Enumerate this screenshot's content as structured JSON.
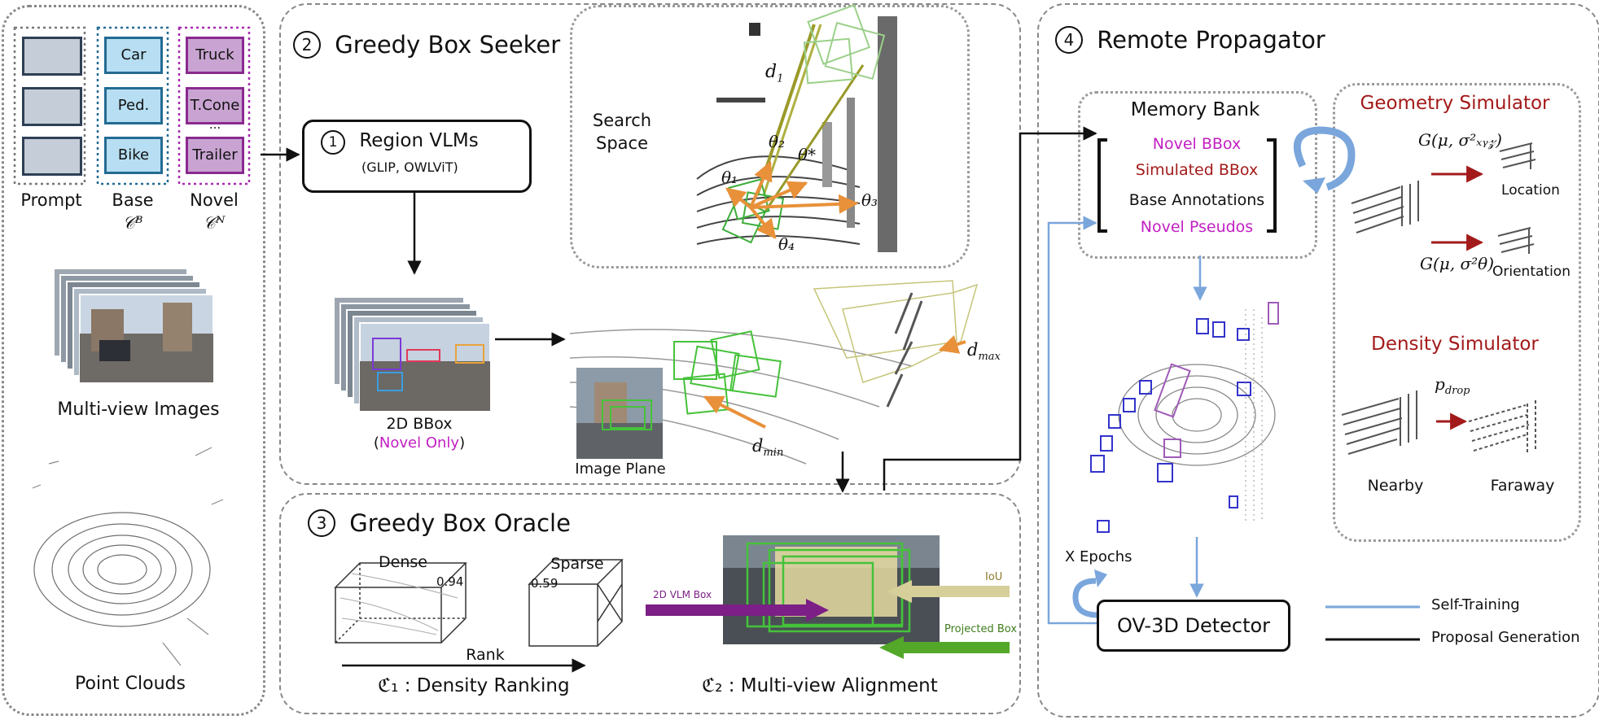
{
  "input": {
    "prompt_label": "Prompt",
    "base_label": "Base",
    "base_symbol": "𝒞ᴮ",
    "novel_label": "Novel",
    "novel_symbol": "𝒞ᴺ",
    "base_classes": [
      "Car",
      "Ped.",
      "Bike"
    ],
    "novel_classes": [
      "Truck",
      "T.Cone",
      "...",
      "Trailer"
    ],
    "images_label": "Multi-view Images",
    "points_label": "Point Clouds"
  },
  "seeker": {
    "number": "2",
    "title": "Greedy Box Seeker",
    "region_number": "1",
    "region_title": "Region VLMs",
    "region_sub": "(GLIP, OWLViT)",
    "bbox_label": "2D BBox",
    "bbox_note_open": "(",
    "bbox_note": "Novel Only",
    "bbox_note_close": ")",
    "search_label_1": "Search",
    "search_label_2": "Space",
    "image_plane_label": "Image Plane",
    "d1": "d",
    "d1_sub": "1",
    "theta1": "θ₁",
    "theta2": "θ₂",
    "theta3": "θ₃",
    "theta4": "θ₄",
    "theta_star": "θ*",
    "dmax": "d",
    "dmax_sub": "max",
    "dmin": "d",
    "dmin_sub": "min"
  },
  "oracle": {
    "number": "3",
    "title": "Greedy Box Oracle",
    "dense_label": "Dense",
    "dense_score": "0.94",
    "sparse_label": "Sparse",
    "sparse_score": "0.59",
    "rank_label": "Rank",
    "c1_label": "ℭ₁ : Density Ranking",
    "c2_label": "ℭ₂ :  Multi-view Alignment",
    "vlm_box_label": "2D VLM Box",
    "iou_label": "IoU",
    "projected_label": "Projected Box"
  },
  "propagator": {
    "number": "4",
    "title": "Remote Propagator",
    "memory_title": "Memory Bank",
    "memory_items": [
      "Novel BBox",
      "Simulated BBox",
      "Base Annotations",
      "Novel Pseudos"
    ],
    "geometry_title": "Geometry Simulator",
    "geo_formula_1": "G(μ, σ²ₓᵧ𝓏)",
    "geo_formula_2": "G(μ, σ²θ)",
    "location_label": "Location",
    "orientation_label": "Orientation",
    "density_title": "Density Simulator",
    "p_drop": "p",
    "p_drop_sub": "drop",
    "nearby_label": "Nearby",
    "faraway_label": "Faraway",
    "epochs_label": "X Epochs",
    "detector_label": "OV-3D Detector",
    "legend_self": "Self-Training",
    "legend_proposal": "Proposal Generation"
  },
  "colors": {
    "novel_magenta": "#c21fc2",
    "simulator_red": "#a31a1a",
    "self_training_blue": "#7aa6dc",
    "arrow_orange": "#e8913a",
    "vlm_purple": "#7c1f86",
    "green_box": "#45c23a"
  }
}
